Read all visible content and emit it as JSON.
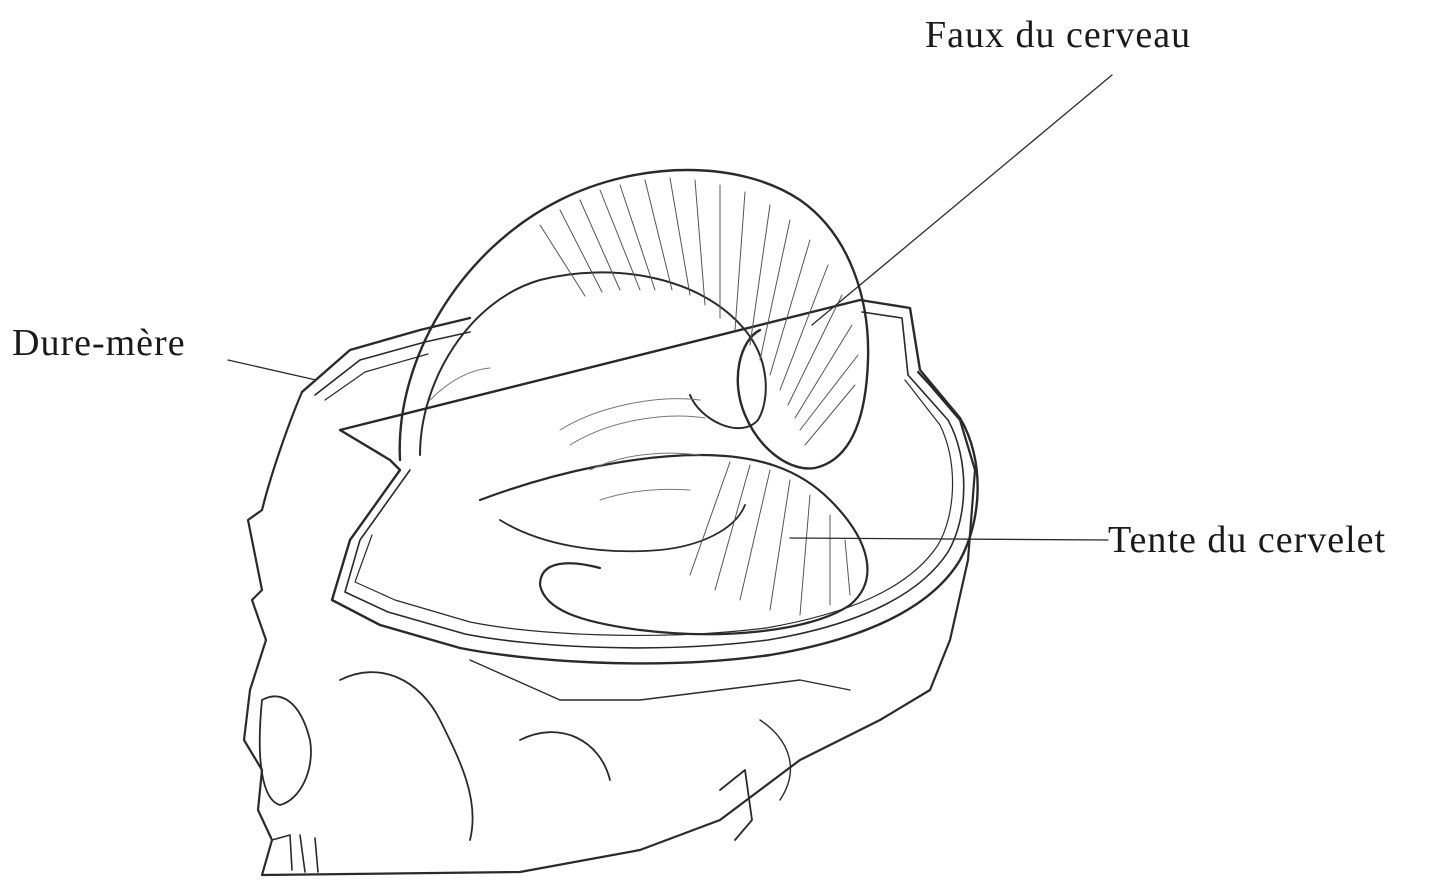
{
  "figure": {
    "labels": {
      "faux_du_cerveau": "Faux du cerveau",
      "dure_mere": "Dure-mère",
      "tente_du_cervelet": "Tente du cervelet"
    },
    "ink_color": "#2a2a2a",
    "background_color": "#ffffff"
  }
}
